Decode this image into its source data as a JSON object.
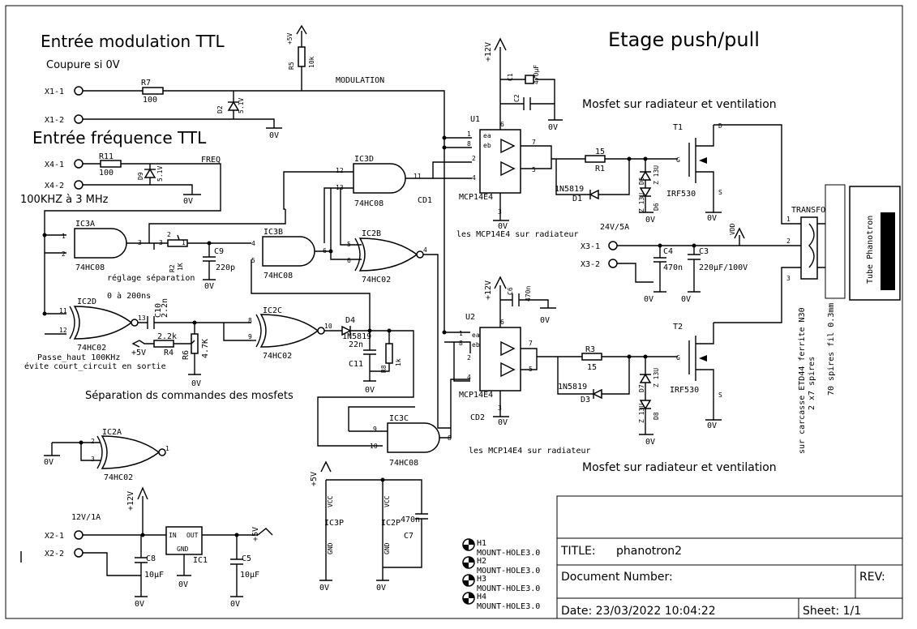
{
  "titles": {
    "main": "Etage push/pull",
    "modulation_input": "Entrée modulation TTL",
    "cutoff_note": "Coupure si 0V",
    "frequency_input": "Entrée fréquence TTL",
    "freq_range": "100KHZ à 3 MHz",
    "mosfet_note_top": "Mosfet sur radiateur et ventilation",
    "mosfet_note_bottom": "Mosfet sur radiateur et ventilation",
    "mcp_note_top": "les MCP14E4 sur radiateur",
    "mcp_note_bottom": "les MCP14E4 sur radiateur",
    "separation_note": "Séparation ds commandes des mosfets",
    "sep_adjust": "réglage séparation",
    "sep_range": "0 à 200ns",
    "highpass": "Passe_haut 100KHz",
    "short_note": "évite court_circuit en sortie",
    "psu_rating": "12V/1A",
    "trans_rating": "24V/5A"
  },
  "connectors": {
    "x1_1": "X1-1",
    "x1_2": "X1-2",
    "x4_1": "X4-1",
    "x4_2": "X4-2",
    "x3_1": "X3-1",
    "x3_2": "X3-2",
    "x2_1": "X2-1",
    "x2_2": "X2-2"
  },
  "nets": {
    "modulation": "MODULATION",
    "freq": "FREQ",
    "vdd": "VDD",
    "transfo": "TRANSFO",
    "cd1": "CD1",
    "cd2": "CD2",
    "zero_v": "0V",
    "p5v": "+5V",
    "p12v": "+12V"
  },
  "parts": {
    "r7": "R7",
    "r7v": "100",
    "r5": "R5",
    "r5v": "10k",
    "d2": "D2",
    "d2v": "5.1V",
    "r11": "R11",
    "r11v": "100",
    "d9": "D9",
    "d9v": "5.1V",
    "ic3a": "IC3A",
    "ic3a_t": "74HC08",
    "ic3b": "IC3B",
    "ic3b_t": "74HC08",
    "ic3c": "IC3C",
    "ic3c_t": "74HC08",
    "ic3d": "IC3D",
    "ic3d_t": "74HC08",
    "ic2a": "IC2A",
    "ic2a_t": "74HC02",
    "ic2b": "IC2B",
    "ic2b_t": "74HC02",
    "ic2c": "IC2C",
    "ic2c_t": "74HC02",
    "ic2d": "IC2D",
    "ic2d_t": "74HC02",
    "r2": "R2",
    "r2v": "1K",
    "c9": "C9",
    "c9v": "220p",
    "c10": "C10",
    "c10v": "2.2n",
    "r4": "R4",
    "r4v": "2.2k",
    "r6": "R6",
    "r6v": "4.7K",
    "d4": "D4",
    "d4v": "1N5819",
    "c11": "C11",
    "c11v": "22n",
    "r8": "R8",
    "r8v": "1k",
    "u1": "U1",
    "u2": "U2",
    "mcp": "MCP14E4",
    "c1": "C1",
    "c1v": "470µF",
    "c2": "C2",
    "c6": "C6",
    "c6v": "470n",
    "r1": "R1",
    "r1v": "15",
    "r3": "R3",
    "r3v": "15",
    "d1": "D1",
    "d1v": "1N5819",
    "d3": "D3",
    "d3v": "1N5819",
    "d5": "D5",
    "d6": "D6",
    "d7": "D7",
    "d8": "D8",
    "zv": "Z 13U",
    "t1": "T1",
    "t2": "T2",
    "irf": "IRF530",
    "c4": "C4",
    "c4v": "470n",
    "c3": "C3",
    "c3v": "220µF/100V",
    "ic1": "IC1",
    "c8": "C8",
    "c8v": "10µF",
    "c5": "C5",
    "c5v": "10µF",
    "ic3p": "IC3P",
    "ic2p": "IC2P",
    "c7": "C7",
    "c7v": "470n",
    "vcc": "VCC",
    "gnd": "GND",
    "in": "IN",
    "out": "OUT",
    "tube": "Tube Phanotron",
    "transfo_core": "sur carcasse ETD44 ferrite N30",
    "transfo_prim": "2 x7 spires",
    "transfo_sec": "70 spires fil 0.3mm",
    "h1": "H1",
    "h2": "H2",
    "h3": "H3",
    "h4": "H4",
    "mount": "MOUNT-HOLE3.0"
  },
  "titleblock": {
    "title_label": "TITLE:",
    "title_value": "phanotron2",
    "docnum_label": "Document Number:",
    "rev_label": "REV:",
    "date": "Date: 23/03/2022 10:04:22",
    "sheet": "Sheet: 1/1"
  }
}
